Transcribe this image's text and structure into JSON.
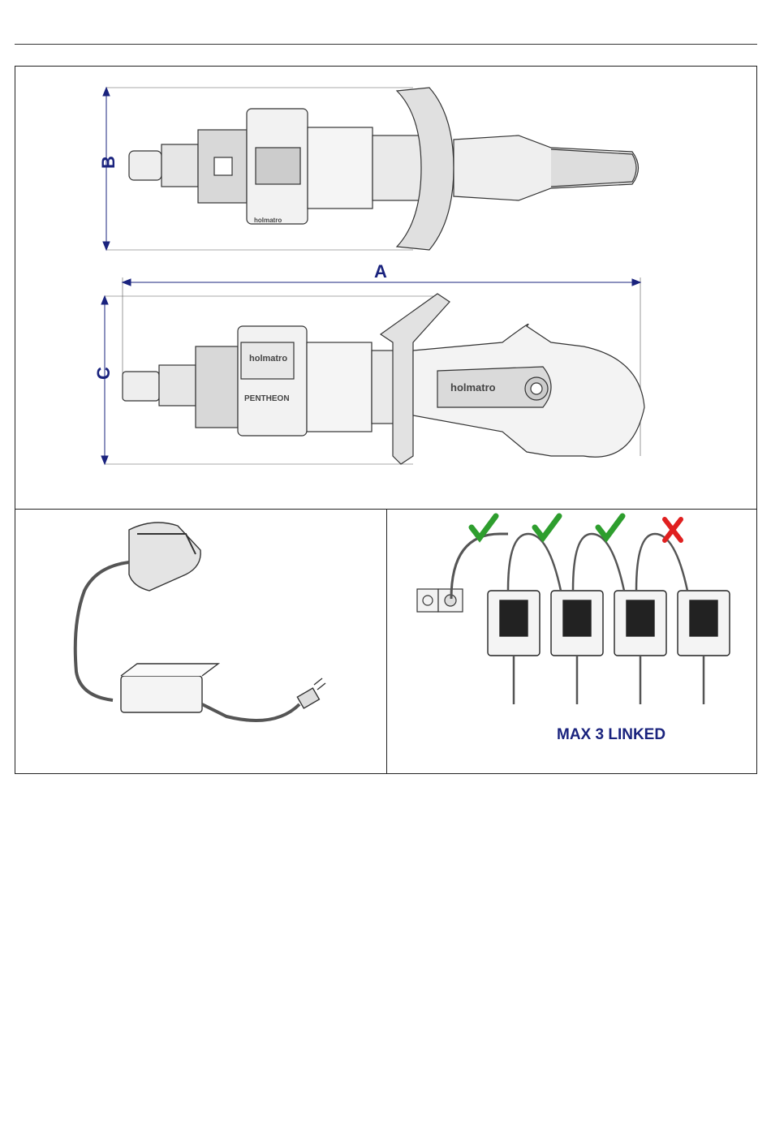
{
  "figure": {
    "dimension_labels": {
      "a": "A",
      "b": "B",
      "c": "C"
    },
    "brand_text": "holmatro",
    "model_text": "PENTHEON",
    "linking_label": "MAX 3 LINKED"
  },
  "colors": {
    "dimension_lines": "#1a237e",
    "check_mark": "#2e9e2e",
    "cross_mark": "#e02020"
  },
  "linking": {
    "chargers_total": 4,
    "allowed_links": 3,
    "link_status": [
      "allowed",
      "allowed",
      "allowed",
      "not-allowed"
    ]
  }
}
